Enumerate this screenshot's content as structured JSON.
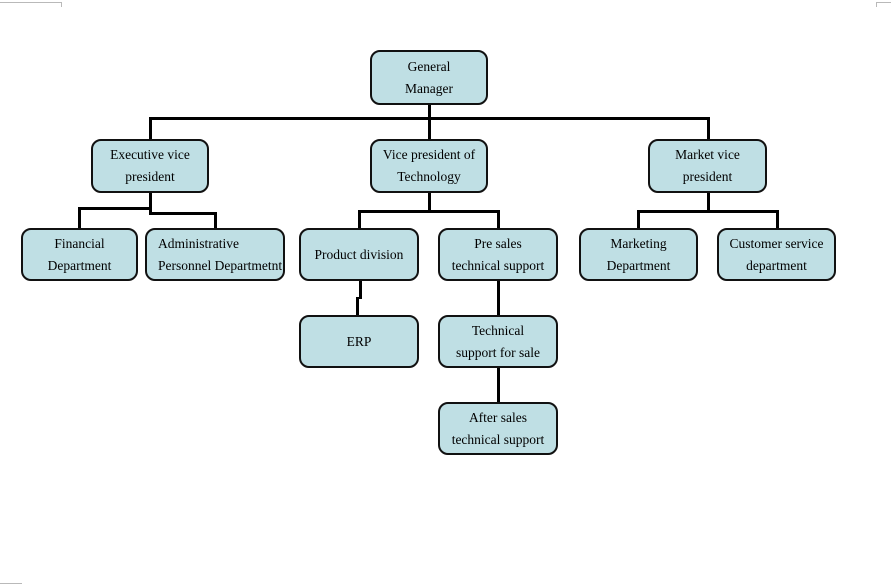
{
  "diagram": {
    "type": "org-chart",
    "title": "Company organization chart",
    "box_fill_color": "#bfdfe4",
    "box_border_color": "#111111",
    "connector_color": "#000000",
    "page_mark_color": "#b9b9b9"
  },
  "nodes": {
    "general_manager": {
      "line1": "General",
      "line2": "Manager"
    },
    "executive_vice_president": {
      "line1": "Executive vice",
      "line2": "president"
    },
    "vp_technology": {
      "line1": "Vice president of",
      "line2": "Technology"
    },
    "market_vice_president": {
      "line1": "Market vice",
      "line2": "president"
    },
    "financial_department": {
      "line1": "Financial",
      "line2": "Department"
    },
    "admin_personnel_department": {
      "line1": "Administrative",
      "line2": "Personnel Departmetnt"
    },
    "product_division": {
      "line1": "Product division"
    },
    "pre_sales_technical_support": {
      "line1": "Pre sales",
      "line2": "technical support"
    },
    "marketing_department": {
      "line1": "Marketing",
      "line2": "Department"
    },
    "customer_service_department": {
      "line1": "Customer service",
      "line2": "department"
    },
    "erp": {
      "line1": "ERP"
    },
    "technical_support_for_sale": {
      "line1": "Technical",
      "line2": "support for sale"
    },
    "after_sales_technical_support": {
      "line1": "After sales",
      "line2": "technical support"
    }
  }
}
